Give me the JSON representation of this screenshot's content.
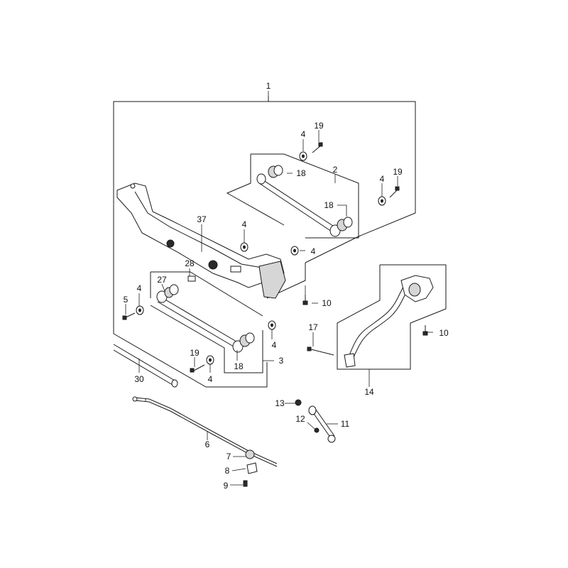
{
  "labels": {
    "l1": "1",
    "l2": "2",
    "l3": "3",
    "l4a": "4",
    "l4b": "4",
    "l4c": "4",
    "l4d": "4",
    "l4e": "4",
    "l4f": "4",
    "l4g": "4",
    "l5": "5",
    "l6": "6",
    "l7": "7",
    "l8": "8",
    "l9": "9",
    "l10a": "10",
    "l10b": "10",
    "l11": "11",
    "l12": "12",
    "l13": "13",
    "l14": "14",
    "l17": "17",
    "l18a": "18",
    "l18b": "18",
    "l18c": "18",
    "l19a": "19",
    "l19b": "19",
    "l19c": "19",
    "l27": "27",
    "l28": "28",
    "l30": "30",
    "l37": "37"
  }
}
